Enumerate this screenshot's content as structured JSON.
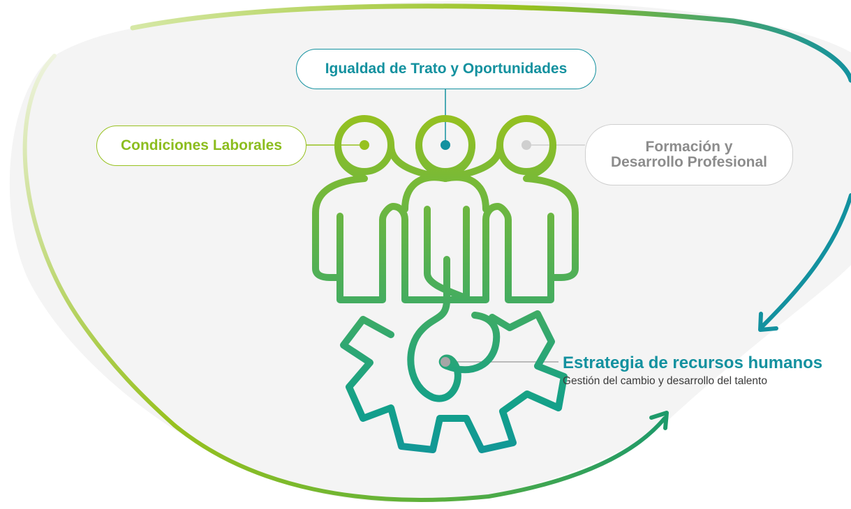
{
  "labels": {
    "top": "Igualdad de Trato y Oportunidades",
    "left": "Condiciones Laborales",
    "right_line1": "Formación y",
    "right_line2": "Desarrollo Profesional"
  },
  "strategy": {
    "title": "Estrategia de recursos humanos",
    "subtitle": "Gestión del cambio y desarrollo del talento"
  },
  "colors": {
    "lime": "#97c11f",
    "teal": "#13919f",
    "gray": "#a6a6a6",
    "background_shape": "#f4f4f4"
  },
  "icons": [
    "people-icon",
    "gear-icon",
    "cycle-arrow-icon"
  ]
}
